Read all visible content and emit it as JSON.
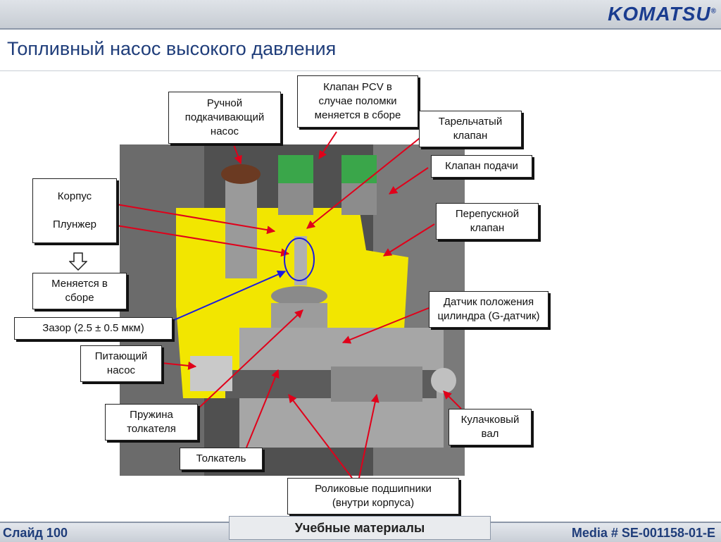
{
  "header": {
    "brand": "KOMATSU"
  },
  "title": "Топливный насос высокого давления",
  "callouts": {
    "manual_pump": "Ручной\nподкачивающий\nнасос",
    "pcv_valve": "Клапан PCV в\nслучае поломки\nменяется в сборе",
    "plate_valve": "Тарельчатый\nклапан",
    "delivery_valve": "Клапан подачи",
    "body_plunger": "Корпус\n\nПлунжер",
    "bypass_valve": "Перепускной\nклапан",
    "replace_assembly": "Меняется в\nсборе",
    "clearance": "Зазор (2.5 ± 0.5 мкм)",
    "g_sensor": "Датчик положения\nцилиндра (G-датчик)",
    "feed_pump": "Питающий\nнасос",
    "tappet_spring": "Пружина\nтолкателя",
    "camshaft": "Кулачковый\nвал",
    "tappet": "Толкатель",
    "roller_bearings": "Роликовые подшипники\n(внутри корпуса)"
  },
  "footer": {
    "slide": "Слайд 100",
    "training": "Учебные материалы",
    "media": "Media # SE-001158-01-E"
  },
  "colors": {
    "arrow": "#e0001a",
    "highlight": "#1a1ae0",
    "cutaway": "#f2e600"
  }
}
